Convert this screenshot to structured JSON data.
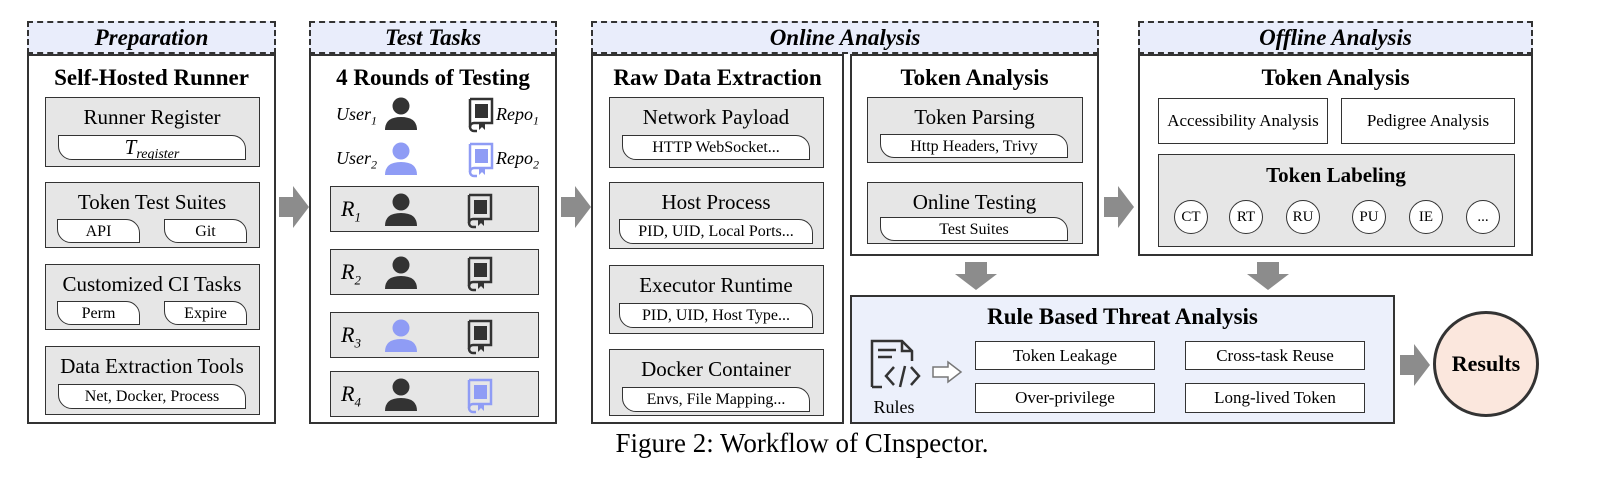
{
  "colors": {
    "header_bg": "#e9edfb",
    "box_gray": "#e6e6e6",
    "icon_dark": "#333333",
    "icon_accent": "#8f9cf5",
    "threat_bg": "#ecf0fb",
    "results_bg": "#fbe7dd",
    "arrow": "#8c8c8c"
  },
  "preparation": {
    "header": "Preparation",
    "title": "Self-Hosted Runner",
    "runner_register": {
      "label": "Runner Register",
      "sub_main": "T",
      "sub_script": "register"
    },
    "token_test_suites": {
      "label": "Token Test Suites",
      "items": [
        "API",
        "Git"
      ]
    },
    "customized_ci_tasks": {
      "label": "Customized CI Tasks",
      "items": [
        "Perm",
        "Expire"
      ]
    },
    "data_extraction_tools": {
      "label": "Data Extraction Tools",
      "sub": "Net, Docker, Process"
    }
  },
  "test_tasks": {
    "header": "Test Tasks",
    "title": "4 Rounds of Testing",
    "users": [
      {
        "name": "User",
        "sub": "1"
      },
      {
        "name": "User",
        "sub": "2"
      }
    ],
    "repos": [
      {
        "name": "Repo",
        "sub": "1"
      },
      {
        "name": "Repo",
        "sub": "2"
      }
    ],
    "rounds": [
      {
        "name": "R",
        "sub": "1",
        "user_icon": "user-dark",
        "repo_icon": "repo-dark"
      },
      {
        "name": "R",
        "sub": "2",
        "user_icon": "user-dark",
        "repo_icon": "repo-dark"
      },
      {
        "name": "R",
        "sub": "3",
        "user_icon": "user-accent",
        "repo_icon": "repo-dark"
      },
      {
        "name": "R",
        "sub": "4",
        "user_icon": "user-dark",
        "repo_icon": "repo-accent"
      }
    ]
  },
  "online_analysis": {
    "header": "Online Analysis",
    "raw_data": {
      "title": "Raw Data Extraction",
      "items": [
        {
          "label": "Network Payload",
          "sub": "HTTP WebSocket..."
        },
        {
          "label": "Host Process",
          "sub": "PID, UID, Local Ports..."
        },
        {
          "label": "Executor Runtime",
          "sub": "PID, UID, Host Type..."
        },
        {
          "label": "Docker Container",
          "sub": "Envs, File Mapping..."
        }
      ]
    },
    "token_analysis": {
      "title": "Token Analysis",
      "items": [
        {
          "label": "Token Parsing",
          "sub": "Http Headers, Trivy"
        },
        {
          "label": "Online Testing",
          "sub": "Test Suites"
        }
      ]
    }
  },
  "offline_analysis": {
    "header": "Offline Analysis",
    "title": "Token Analysis",
    "analyses": [
      "Accessibility Analysis",
      "Pedigree Analysis"
    ],
    "labeling": {
      "title": "Token Labeling",
      "labels": [
        "CT",
        "RT",
        "RU",
        "PU",
        "IE",
        "..."
      ]
    }
  },
  "threat_analysis": {
    "title": "Rule Based Threat Analysis",
    "rules_label": "Rules",
    "threats": [
      "Token Leakage",
      "Cross-task Reuse",
      "Over-privilege",
      "Long-lived Token"
    ]
  },
  "results": "Results",
  "caption": "Figure 2: Workflow of CInspector."
}
